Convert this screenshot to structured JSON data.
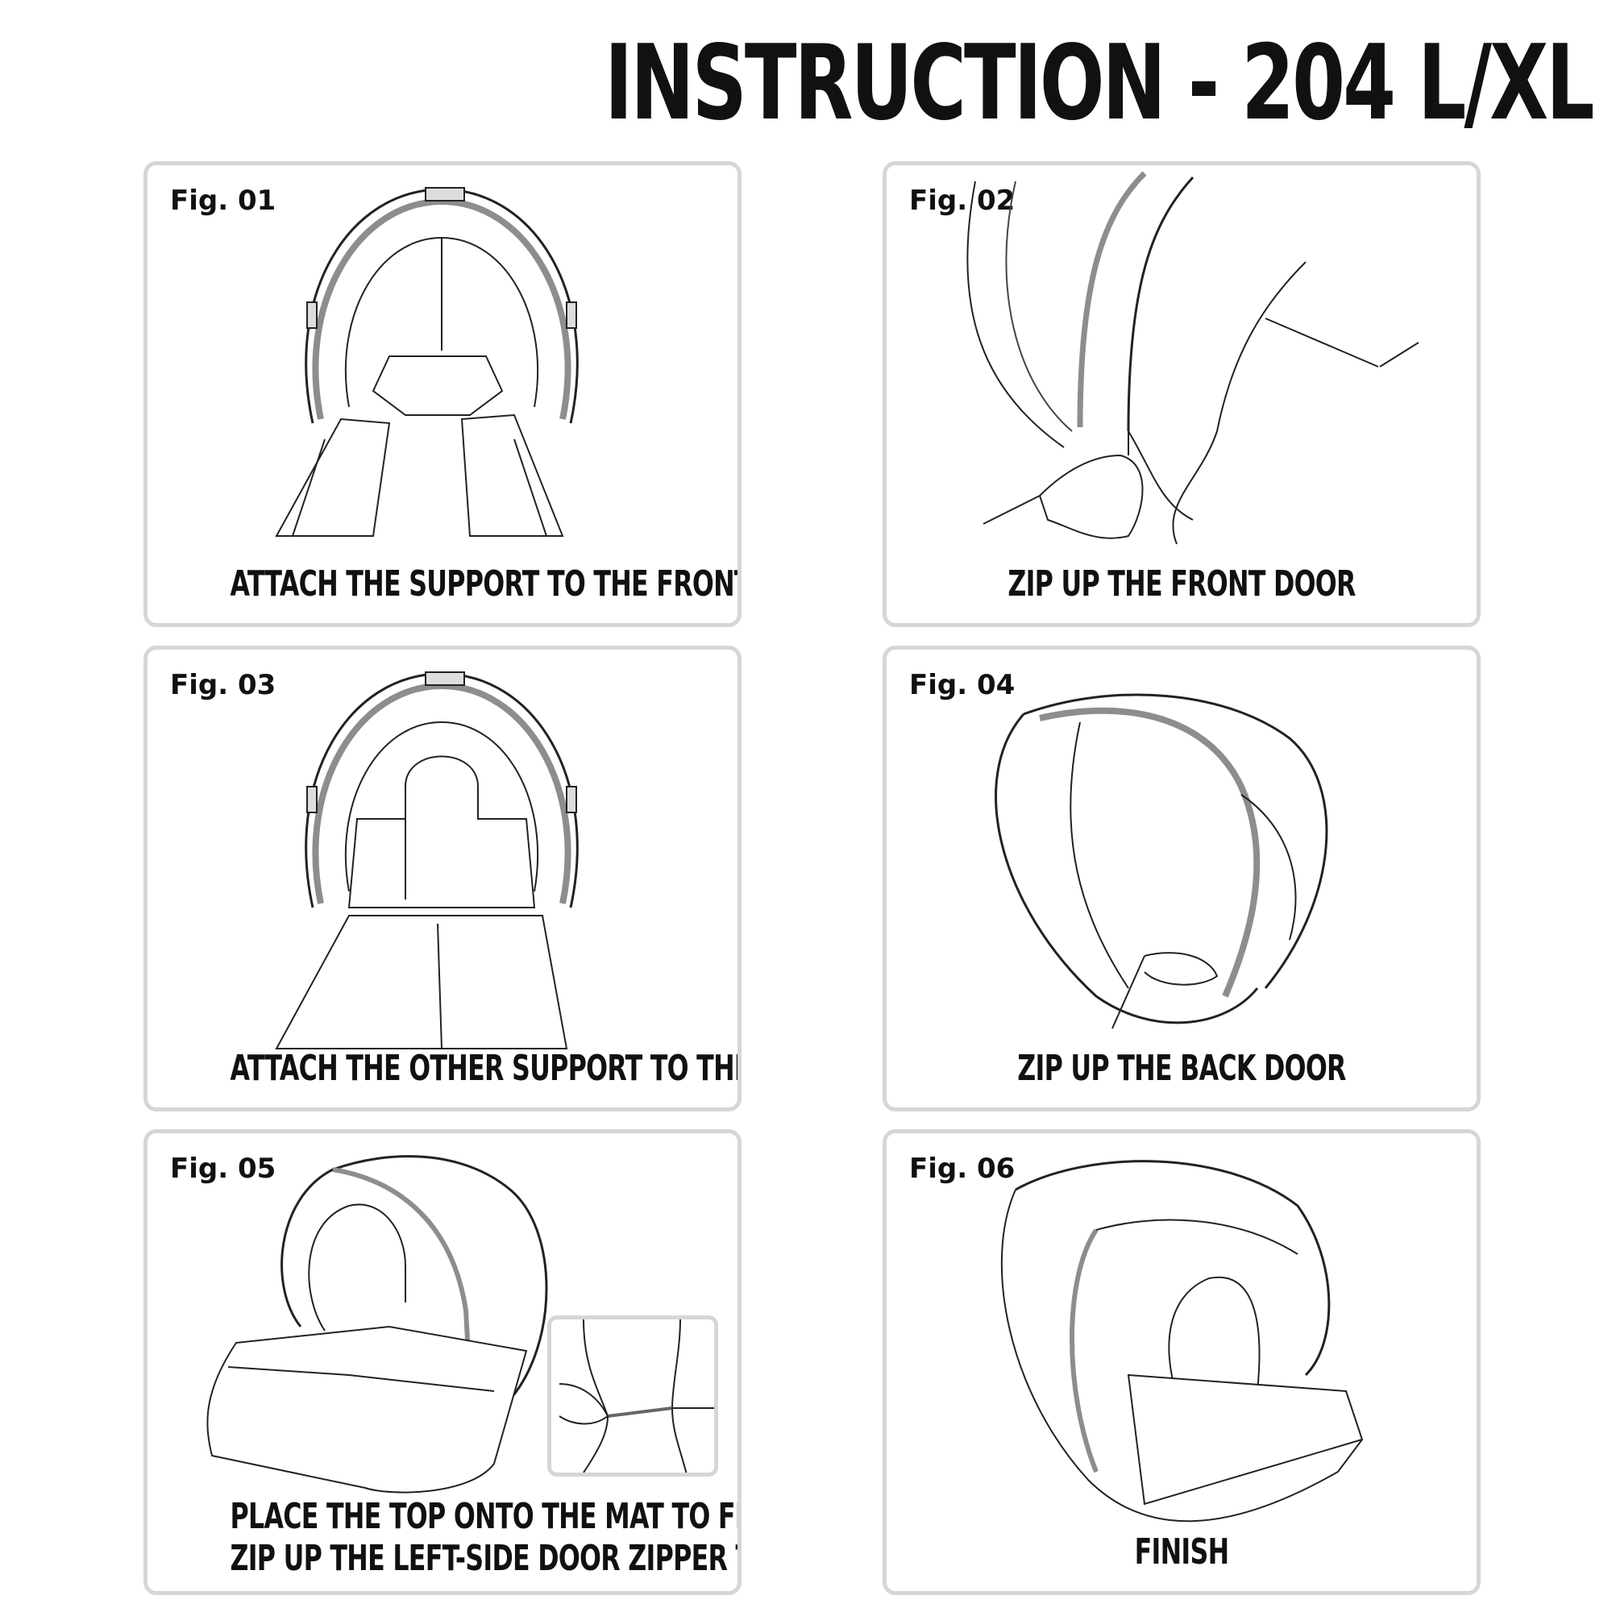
{
  "header": {
    "title": "INSTRUCTION - 204 L/XL"
  },
  "figures": [
    {
      "label": "Fig. 01",
      "caption": "ATTACH THE SUPPORT TO THE FRONT DOOR"
    },
    {
      "label": "Fig. 02",
      "caption": "ZIP UP THE FRONT DOOR"
    },
    {
      "label": "Fig. 03",
      "caption": "ATTACH THE OTHER SUPPORT TO THE BACK DOOR"
    },
    {
      "label": "Fig. 04",
      "caption": "ZIP UP THE BACK DOOR"
    },
    {
      "label": "Fig. 05",
      "caption_line1": "PLACE THE TOP ONTO THE MAT TO FIX IT.",
      "caption_line2": "ZIP UP THE LEFT-SIDE DOOR ZIPPER TO THE END"
    },
    {
      "label": "Fig. 06",
      "caption": "FINISH"
    }
  ]
}
